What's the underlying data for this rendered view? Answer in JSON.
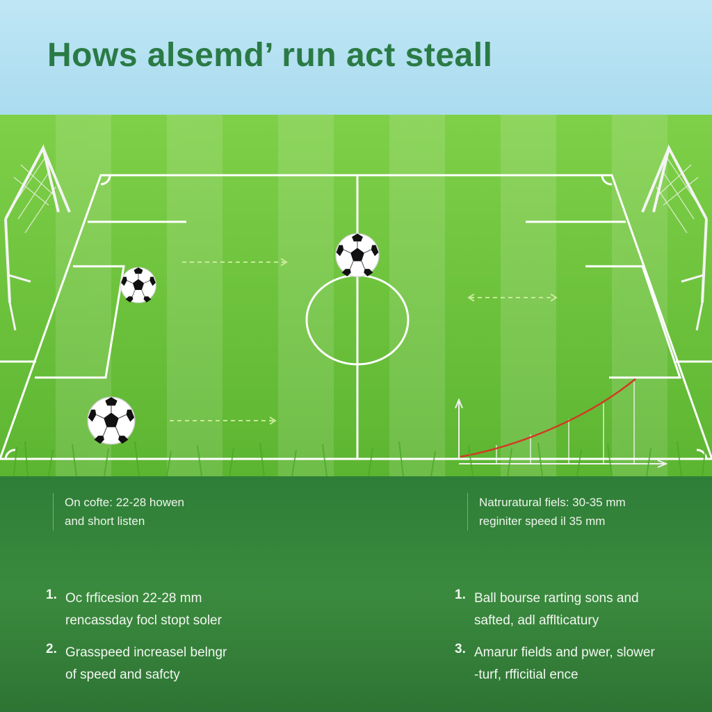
{
  "title": "Hows alsemd’ run act steall",
  "notes": {
    "left": {
      "line1": "On cofte: 22-28 howen",
      "line2": "and short listen"
    },
    "right": {
      "line1": "Natruratural fiels: 30-35 mm",
      "line2": "reginiter speed il 35 mm"
    }
  },
  "list_left": [
    {
      "num": "1.",
      "line1": "Oc frficesion 22-28 mm",
      "line2": "rencassday focl stopt soler"
    },
    {
      "num": "2.",
      "line1": "Grasspeed increasel belngr",
      "line2": "of speed and safcty"
    }
  ],
  "list_right": [
    {
      "num": "1.",
      "line1": "Ball bourse rarting sons and",
      "line2": "safted, adl afflticatury"
    },
    {
      "num": "3.",
      "line1": "Amarur fields and pwer, slower",
      "line2": "-turf, rfficitial ence"
    }
  ],
  "colors": {
    "sky": "#aadcef",
    "title": "#2a7a45",
    "grass": "#6cc23a",
    "info_band": "#2f7e38",
    "curve": "#d23a22"
  },
  "icons": [
    "soccer-ball-icon",
    "goal-net-icon",
    "arrow-right-icon",
    "double-arrow-icon"
  ]
}
